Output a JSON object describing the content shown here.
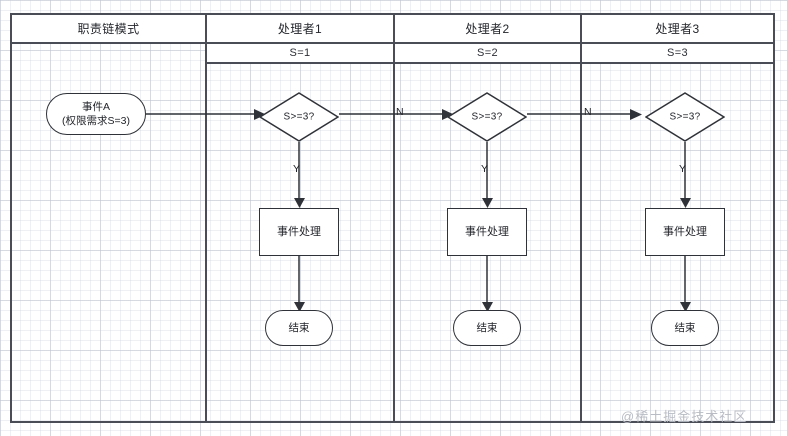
{
  "diagram": {
    "title": "职责链模式",
    "lanes": [
      {
        "header": "职责链模式",
        "sub": null
      },
      {
        "header": "处理者1",
        "sub": "S=1"
      },
      {
        "header": "处理者2",
        "sub": "S=2"
      },
      {
        "header": "处理者3",
        "sub": "S=3"
      }
    ],
    "start_node": {
      "line1": "事件A",
      "line2": "(权限需求S=3)"
    },
    "handlers": [
      {
        "decision": "S>=3?",
        "yes_label": "Y",
        "no_label": "N",
        "process": "事件处理",
        "end": "结束"
      },
      {
        "decision": "S>=3?",
        "yes_label": "Y",
        "no_label": "N",
        "process": "事件处理",
        "end": "结束"
      },
      {
        "decision": "S>=3?",
        "yes_label": "Y",
        "no_label": "",
        "process": "事件处理",
        "end": "结束"
      }
    ],
    "watermark": "@稀土掘金技术社区",
    "colors": {
      "lane_border": "#4a4d55",
      "node_border": "#2f3238",
      "text": "#23252b",
      "watermark": "#b9bcc4",
      "grid_minor": "#c8cdd7",
      "grid_major": "#aab2c0"
    }
  }
}
